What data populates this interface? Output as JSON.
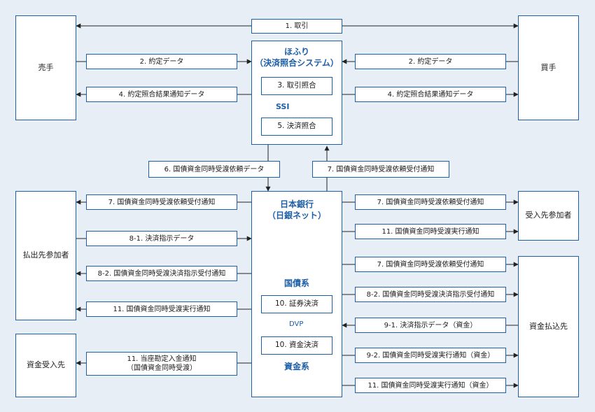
{
  "colors": {
    "accent": "#1d5ea8",
    "background": "#e8eef6",
    "line": "#222222"
  },
  "nodes": {
    "seller": "売手",
    "buyer": "買手",
    "hofuri_title": "ほふり",
    "hofuri_subtitle": "（決済照合システム）",
    "trade_match": "3. 取引照合",
    "ssi": "SSI",
    "settle_match": "5. 決済照合",
    "boj_title": "日本銀行",
    "boj_subtitle": "（日銀ネット）",
    "jgb_system": "国債系",
    "securities_settlement": "10. 証券決済",
    "dvp": "DVP",
    "funds_settlement": "10. 資金決済",
    "funds_system": "資金系",
    "delivering_participant": "払出先参加者",
    "funds_recipient": "資金受入先",
    "receiving_participant": "受入先参加者",
    "funds_payer": "資金払込先"
  },
  "flows": {
    "f1": "1. 取引",
    "f2_left": "2. 約定データ",
    "f2_right": "2. 約定データ",
    "f4_left": "4. 約定照合結果通知データ",
    "f4_right": "4. 約定照合結果通知データ",
    "f6": "6. 国債資金同時受渡依頼データ",
    "f7_top": "7. 国債資金同時受渡依頼受付通知",
    "f7_left": "7. 国債資金同時受渡依頼受付通知",
    "f81_left": "8-1. 決済指示データ",
    "f82_left": "8-2. 国債資金同時受渡決済指示受付通知",
    "f11_left": "11. 国債資金同時受渡実行通知",
    "f11_funds_line1": "11. 当座勘定入金通知",
    "f11_funds_line2": "（国債資金同時受渡）",
    "f7_receiver": "7. 国債資金同時受渡依頼受付通知",
    "f11_receiver": "11. 国債資金同時受渡実行通知",
    "f7_payer": "7. 国債資金同時受渡依頼受付通知",
    "f82_payer": "8-2. 国債資金同時受渡決済指示受付通知",
    "f91_payer": "9-1. 決済指示データ（資金）",
    "f92_payer": "9-2. 国債資金同時受渡実行通知（資金）",
    "f11_payer": "11. 国債資金同時受渡実行通知（資金）"
  }
}
